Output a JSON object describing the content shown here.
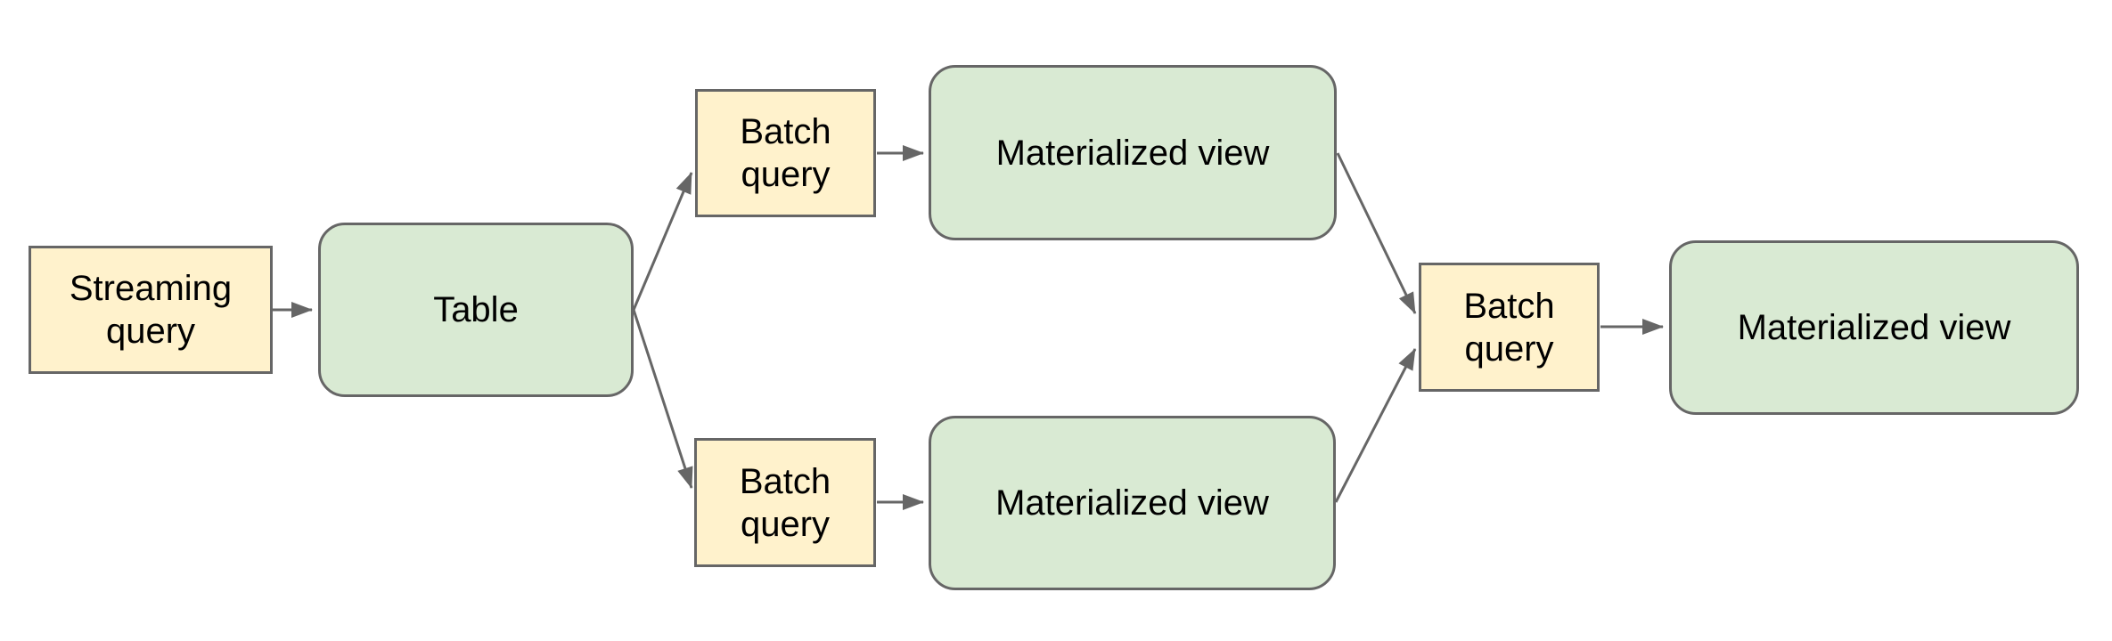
{
  "diagram": {
    "colors": {
      "background": "#ffffff",
      "fill_query": "#fff2cc",
      "fill_view": "#d9ead3",
      "stroke": "#666666",
      "text": "#000000"
    },
    "nodes": [
      {
        "id": "streaming-query",
        "label": "Streaming query",
        "kind": "query"
      },
      {
        "id": "table",
        "label": "Table",
        "kind": "table"
      },
      {
        "id": "batch-query-top",
        "label": "Batch query",
        "kind": "query"
      },
      {
        "id": "materialized-view-top",
        "label": "Materialized view",
        "kind": "view"
      },
      {
        "id": "batch-query-bottom",
        "label": "Batch query",
        "kind": "query"
      },
      {
        "id": "materialized-view-bottom",
        "label": "Materialized view",
        "kind": "view"
      },
      {
        "id": "batch-query-merge",
        "label": "Batch query",
        "kind": "query"
      },
      {
        "id": "materialized-view-final",
        "label": "Materialized view",
        "kind": "view"
      }
    ],
    "edges": [
      {
        "from": "streaming-query",
        "to": "table"
      },
      {
        "from": "table",
        "to": "batch-query-top"
      },
      {
        "from": "table",
        "to": "batch-query-bottom"
      },
      {
        "from": "batch-query-top",
        "to": "materialized-view-top"
      },
      {
        "from": "batch-query-bottom",
        "to": "materialized-view-bottom"
      },
      {
        "from": "materialized-view-top",
        "to": "batch-query-merge"
      },
      {
        "from": "materialized-view-bottom",
        "to": "batch-query-merge"
      },
      {
        "from": "batch-query-merge",
        "to": "materialized-view-final"
      }
    ]
  }
}
